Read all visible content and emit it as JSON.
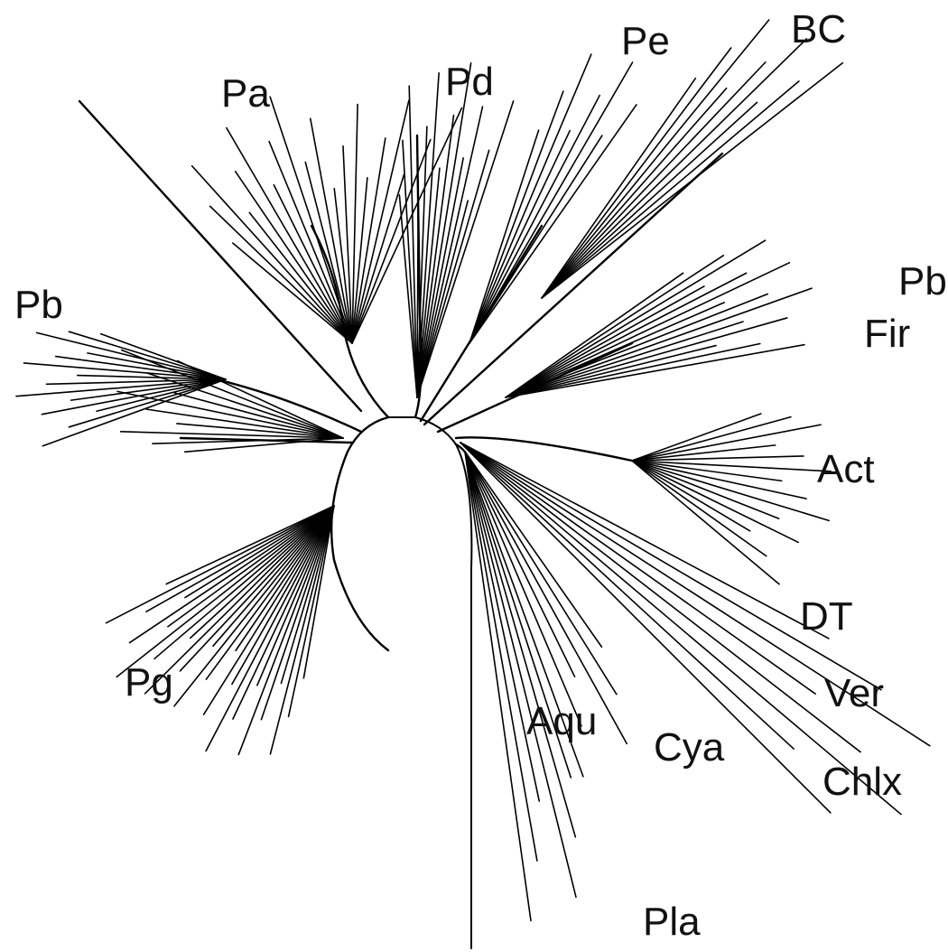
{
  "diagram": {
    "type": "unrooted-phylogenetic-tree",
    "line_color": "#000000",
    "background": "#ffffff",
    "clades": [
      {
        "id": "pa",
        "label": "Pa",
        "leaves": 20
      },
      {
        "id": "pd",
        "label": "Pd",
        "leaves": 14
      },
      {
        "id": "pe",
        "label": "Pe",
        "leaves": 8
      },
      {
        "id": "bc",
        "label": "BC",
        "leaves": 9
      },
      {
        "id": "pb-right",
        "label": "Pb"
      },
      {
        "id": "fir",
        "label": "Fir",
        "leaves": 14
      },
      {
        "id": "pb",
        "label": "Pb",
        "leaves": 14
      },
      {
        "id": "act",
        "label": "Act",
        "leaves": 14
      },
      {
        "id": "pg",
        "label": "Pg",
        "leaves": 36
      },
      {
        "id": "dt",
        "label": "DT",
        "leaves": 2
      },
      {
        "id": "ver",
        "label": "Ver",
        "leaves": 3
      },
      {
        "id": "cya",
        "label": "Cya",
        "leaves": 6
      },
      {
        "id": "chlx",
        "label": "Chlx",
        "leaves": 2
      },
      {
        "id": "aqu",
        "label": "Aqu",
        "leaves": 2
      },
      {
        "id": "pla",
        "label": "Pla",
        "leaves": 3
      }
    ]
  }
}
